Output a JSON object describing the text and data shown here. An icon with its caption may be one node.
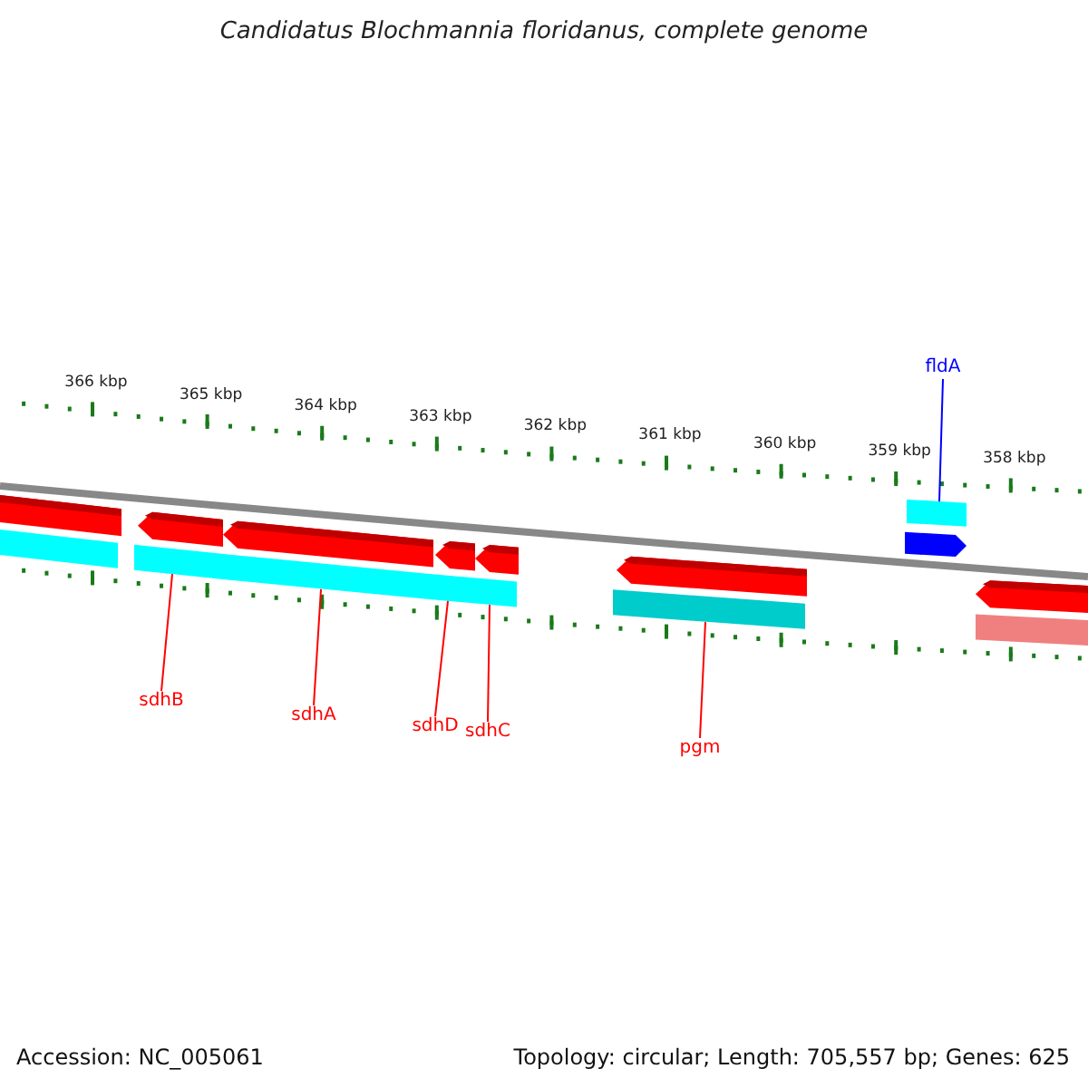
{
  "diagram": {
    "title": "Candidatus Blochmannia floridanus, complete genome",
    "nodes": [
      {
        "text": [
          "fldA"
        ]
      },
      {
        "text": [],
        "shape": "bar"
      },
      {
        "text": [
          "sdhB"
        ]
      },
      {
        "text": [],
        "shape": "bar"
      },
      {
        "text": [
          "sdhA"
        ]
      },
      {
        "text": [],
        "shape": "bar"
      },
      {
        "text": [
          "sdhD"
        ]
      },
      {
        "text": [
          "sdhC"
        ]
      },
      {
        "text": [],
        "shape": "bar"
      },
      {
        "text": [
          "pgm"
        ]
      },
      {
        "text": [],
        "shape": "bar"
      }
    ],
    "edges": [
      {
        "from": 0,
        "to": 1,
        "arrow": "none",
        "color": "#0000ff"
      },
      {
        "from": 2,
        "to": 3,
        "arrow": "none"
      },
      {
        "from": 4,
        "to": 5,
        "arrow": "none"
      },
      {
        "from": 6,
        "to": 8,
        "arrow": "none"
      },
      {
        "from": 7,
        "to": 8,
        "arrow": "none"
      },
      {
        "from": 9,
        "to": 10,
        "arrow": "none"
      }
    ],
    "labels": [
      "366 kbp",
      "365 kbp",
      "364 kbp",
      "363 kbp",
      "362 kbp",
      "361 kbp",
      "360 kbp",
      "359 kbp",
      "358 kbp",
      "Accession: NC_005061",
      "Topology: circular; Length: 705,557 bp; Genes: 625"
    ]
  }
}
